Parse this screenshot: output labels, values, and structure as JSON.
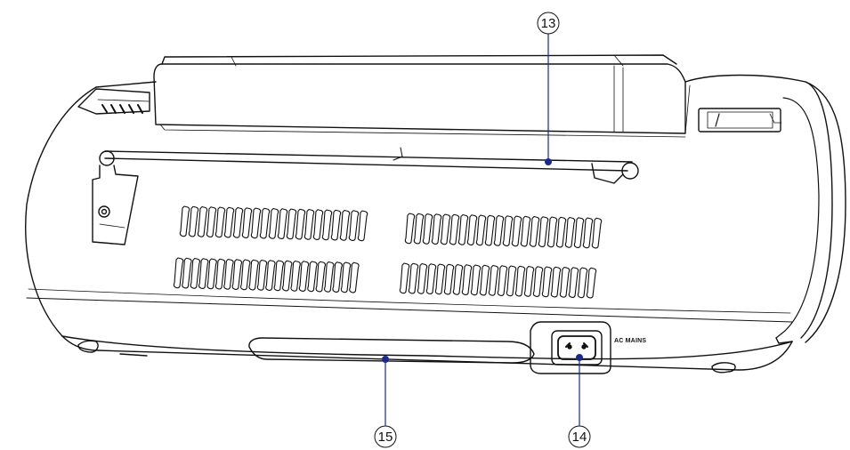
{
  "diagram": {
    "callouts": [
      {
        "id": "13",
        "label": "13"
      },
      {
        "id": "14",
        "label": "14"
      },
      {
        "id": "15",
        "label": "15"
      }
    ],
    "port_label": "AC MAINS",
    "colors": {
      "line": "#111111",
      "leader": "#1a2a8c",
      "background": "#ffffff"
    }
  }
}
